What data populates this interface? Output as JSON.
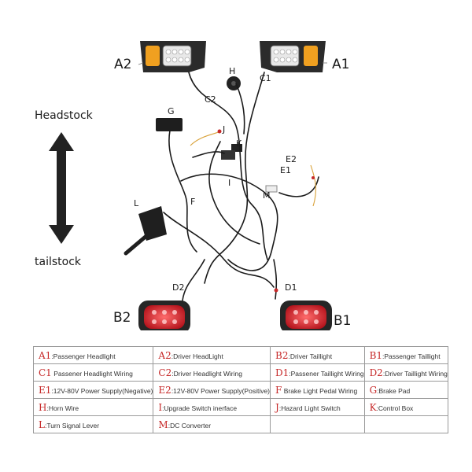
{
  "side_labels": {
    "top": "Headstock",
    "bottom": "tailstock"
  },
  "callouts": {
    "A2": "A2",
    "A1": "A1",
    "B2": "B2",
    "B1": "B1",
    "C1": "C1",
    "C2": "C2",
    "D2": "D2",
    "D1": "D1",
    "E1": "E1",
    "E2": "E2",
    "F": "F",
    "G": "G",
    "H": "H",
    "I": "I",
    "J": "J",
    "K": "K",
    "L": "L",
    "M": "M"
  },
  "legend": [
    [
      {
        "code": "A1",
        "desc": ":Passenger Headlight"
      },
      {
        "code": "A2",
        "desc": ":Driver HeadLight"
      },
      {
        "code": "B2",
        "desc": ":Driver Taillight"
      },
      {
        "code": "B1",
        "desc": ":Passenger Taillight"
      }
    ],
    [
      {
        "code": "C1",
        "desc": " Passener Headlight Wiring"
      },
      {
        "code": "C2",
        "desc": ":Driver Headlight Wiring"
      },
      {
        "code": "D1",
        "desc": ":Passener Taillight Wiring"
      },
      {
        "code": "D2",
        "desc": ":Driver Taillight Wiring"
      }
    ],
    [
      {
        "code": "E1",
        "desc": ":12V-80V Power Supply(Negative)"
      },
      {
        "code": "E2",
        "desc": ":12V-80V Power Supply(Positive)"
      },
      {
        "code": "F",
        "desc": " Brake Light Pedal Wiring"
      },
      {
        "code": "G",
        "desc": ":Brake Pad"
      }
    ],
    [
      {
        "code": "H",
        "desc": ":Horn Wire"
      },
      {
        "code": "I",
        "desc": ":Upgrade Switch inerface"
      },
      {
        "code": "J",
        "desc": ":Hazard Light Switch"
      },
      {
        "code": "K",
        "desc": ":Control Box"
      }
    ],
    [
      {
        "code": "L",
        "desc": ":Turn Signal Lever"
      },
      {
        "code": "M",
        "desc": ":DC Converter"
      },
      {
        "code": "",
        "desc": ""
      },
      {
        "code": "",
        "desc": ""
      }
    ]
  ]
}
